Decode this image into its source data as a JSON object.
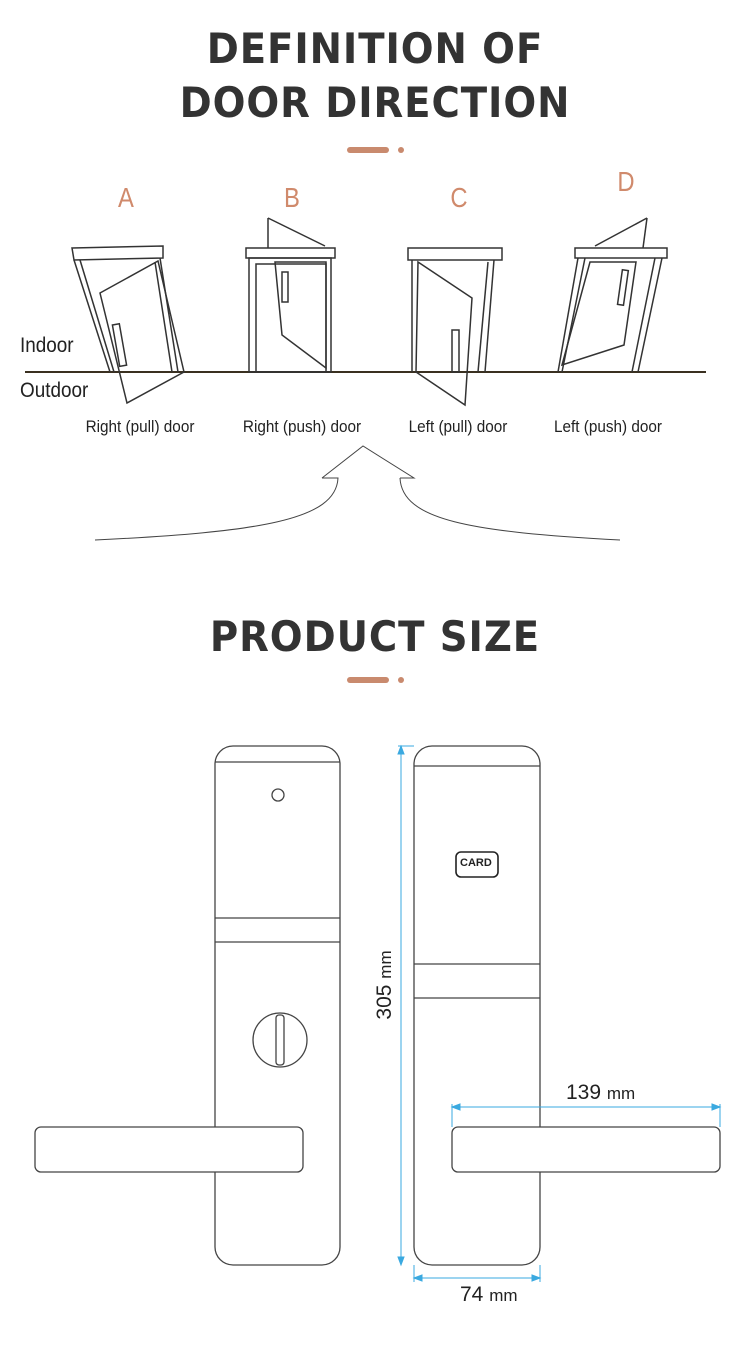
{
  "section1": {
    "title_line1": "DEFINITION OF",
    "title_line2": "DOOR DIRECTION",
    "indoor": "Indoor",
    "outdoor": "Outdoor",
    "doors": [
      {
        "letter": "A",
        "label": "Right (pull) door"
      },
      {
        "letter": "B",
        "label": "Right (push) door"
      },
      {
        "letter": "C",
        "label": "Left (pull) door"
      },
      {
        "letter": "D",
        "label": "Left (push) door"
      }
    ]
  },
  "section2": {
    "title": "PRODUCT SIZE",
    "card_label": "CARD",
    "height_value": "305",
    "width_value": "74",
    "handle_value": "139",
    "unit": "mm"
  },
  "colors": {
    "accent": "#c98a6e",
    "dimension": "#3aa9e0",
    "text": "#333333"
  }
}
